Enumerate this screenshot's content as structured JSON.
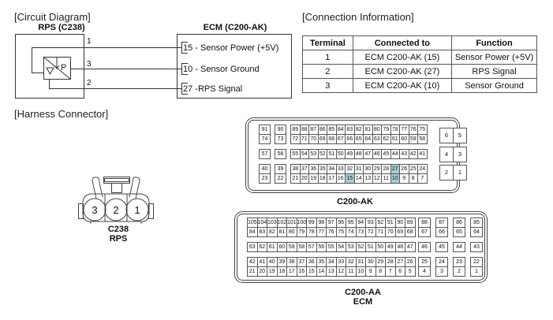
{
  "circuit": {
    "title": "[Circuit Diagram]",
    "sensor_label": "RPS (C238)",
    "ecm_label": "ECM (C200-AK)",
    "sensor_symbol_letter": "P",
    "wires": [
      {
        "sensor_pin": "1",
        "ecm_label": "15 - Sensor Power (+5V)"
      },
      {
        "sensor_pin": "3",
        "ecm_label": "10 - Sensor Ground"
      },
      {
        "sensor_pin": "2",
        "ecm_label": "27 -RPS Signal"
      }
    ]
  },
  "connection_info": {
    "title": "[Connection Information]",
    "headers": [
      "Terminal",
      "Connected to",
      "Function"
    ],
    "rows": [
      [
        "1",
        "ECM C200-AK (15)",
        "Sensor Power (+5V)"
      ],
      [
        "2",
        "ECM C200-AK (27)",
        "RPS Signal"
      ],
      [
        "3",
        "ECM C200-AK (10)",
        "Sensor Ground"
      ]
    ]
  },
  "harness": {
    "title": "[Harness Connector]",
    "c238": {
      "pins": [
        "3",
        "2",
        "1"
      ],
      "label_line1": "C238",
      "label_line2": "RPS"
    },
    "c200ak": {
      "label": "C200-AK",
      "highlight_color": "#a7cdd3",
      "highlighted_pins": [
        "15",
        "27",
        "10"
      ],
      "rows": [
        [
          "91",
          "90",
          "89",
          "88",
          "87",
          "86",
          "85",
          "84",
          "83",
          "82",
          "81",
          "80",
          "79",
          "78",
          "77",
          "76",
          "75"
        ],
        [
          "74",
          "73",
          "72",
          "71",
          "70",
          "69",
          "68",
          "67",
          "66",
          "65",
          "64",
          "63",
          "62",
          "61",
          "60",
          "59",
          "58"
        ],
        [
          "57",
          "56",
          "55",
          "54",
          "53",
          "52",
          "51",
          "50",
          "49",
          "48",
          "47",
          "46",
          "45",
          "44",
          "43",
          "42",
          "41"
        ],
        [
          "40",
          "39",
          "38",
          "37",
          "36",
          "35",
          "34",
          "33",
          "32",
          "31",
          "30",
          "29",
          "28",
          "27",
          "26",
          "25",
          "24"
        ],
        [
          "23",
          "22",
          "21",
          "20",
          "19",
          "18",
          "17",
          "16",
          "15",
          "14",
          "13",
          "12",
          "11",
          "10",
          "9",
          "8",
          "7"
        ]
      ],
      "right_block": [
        [
          "6",
          "5"
        ],
        [
          "4",
          "3"
        ],
        [
          "2",
          "1"
        ]
      ]
    },
    "c200aa": {
      "label_line1": "C200-AA",
      "label_line2": "ECM",
      "rows": [
        [
          "105",
          "104",
          "103",
          "102",
          "101",
          "100",
          "99",
          "98",
          "97",
          "96",
          "95",
          "94",
          "93",
          "92",
          "91",
          "90",
          "89"
        ],
        [
          "84",
          "83",
          "82",
          "81",
          "80",
          "79",
          "78",
          "77",
          "76",
          "75",
          "74",
          "73",
          "72",
          "71",
          "70",
          "69",
          "68"
        ],
        [
          "63",
          "62",
          "61",
          "60",
          "59",
          "58",
          "57",
          "56",
          "55",
          "54",
          "53",
          "52",
          "51",
          "50",
          "49",
          "48",
          "47"
        ],
        [
          "42",
          "41",
          "40",
          "39",
          "38",
          "37",
          "36",
          "35",
          "34",
          "33",
          "32",
          "31",
          "30",
          "29",
          "28",
          "27",
          "26"
        ],
        [
          "21",
          "20",
          "19",
          "18",
          "17",
          "16",
          "15",
          "14",
          "13",
          "12",
          "11",
          "10",
          "9",
          "8",
          "7",
          "6",
          "5"
        ]
      ],
      "right_columns": [
        [
          "88",
          "67",
          "46",
          "25",
          "4"
        ],
        [
          "87",
          "66",
          "45",
          "24",
          "3"
        ],
        [
          "86",
          "65",
          "44",
          "23",
          "2"
        ],
        [
          "85",
          "64",
          "43",
          "22",
          "1"
        ]
      ]
    }
  }
}
